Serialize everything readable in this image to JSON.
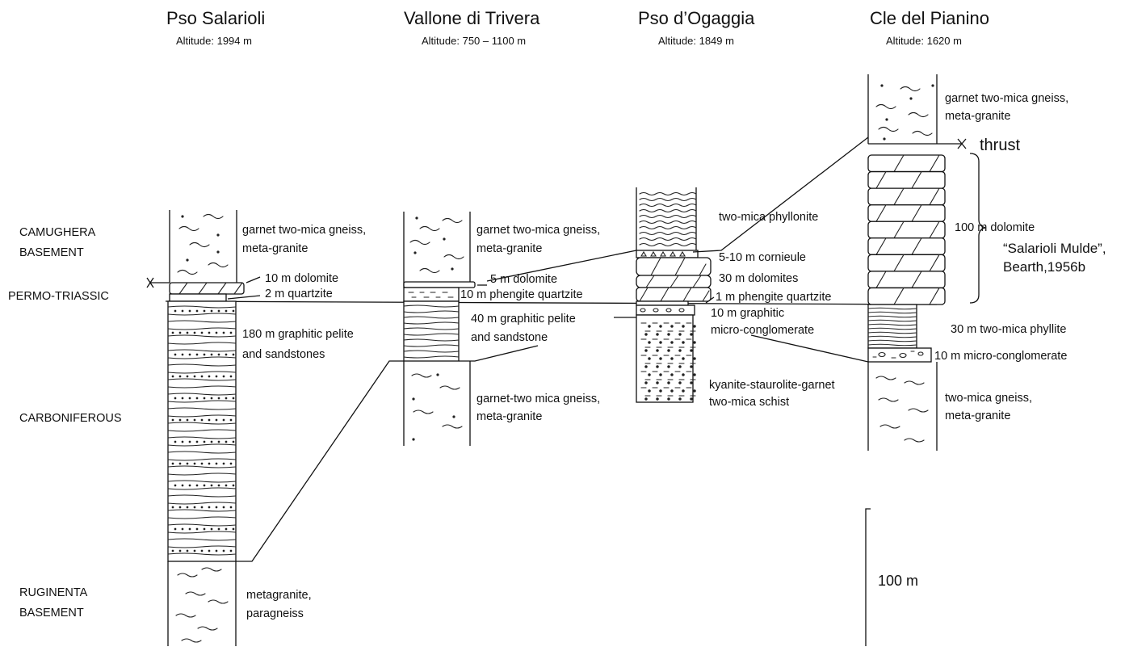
{
  "columns": [
    {
      "title": "Pso Salarioli",
      "altitude": "Altitude: 1994 m"
    },
    {
      "title": "Vallone di Trivera",
      "altitude": "Altitude: 750 – 1100 m"
    },
    {
      "title": "Pso d’Ogaggia",
      "altitude": "Altitude: 1849 m"
    },
    {
      "title": "Cle del Pianino",
      "altitude": "Altitude:  1620 m"
    }
  ],
  "units": [
    [
      "CAMUGHERA",
      "BASEMENT"
    ],
    [
      "PERMO-TRIASSIC"
    ],
    [
      "CARBONIFEROUS"
    ],
    [
      "RUGINENTA",
      "BASEMENT"
    ]
  ],
  "labels": {
    "sal_gneiss": [
      "garnet two-mica gneiss,",
      "meta-granite"
    ],
    "sal_dolomite": "10 m dolomite",
    "sal_quartzite": "2 m quartzite",
    "sal_pelite": [
      "180 m graphitic pelite",
      "and sandstones"
    ],
    "sal_base": [
      "metagranite,",
      "paragneiss"
    ],
    "tri_gneiss": [
      "garnet two-mica gneiss,",
      "meta-granite"
    ],
    "tri_dolomite": "5 m dolomite",
    "tri_quartzite": "10 m phengite quartzite",
    "tri_pelite": [
      "40 m graphitic pelite",
      "and sandstone"
    ],
    "tri_base": [
      "garnet-two mica gneiss,",
      "meta-granite"
    ],
    "oga_phyllonite": "two-mica phyllonite",
    "oga_cornieule": "5-10 m cornieule",
    "oga_dolomites": "30 m dolomites",
    "oga_quartzite": "1 m phengite quartzite",
    "oga_conglomerate": [
      "10 m graphitic",
      "micro-conglomerate"
    ],
    "oga_schist": [
      "kyanite-staurolite-garnet",
      "two-mica schist"
    ],
    "pia_gneiss": [
      "garnet two-mica gneiss,",
      "meta-granite"
    ],
    "pia_thrust": "thrust",
    "pia_dolomite": "100 m dolomite",
    "pia_mulde": [
      "“Salarioli Mulde”,",
      "Bearth,1956b"
    ],
    "pia_phyllite": "30 m two-mica phyllite",
    "pia_conglomerate": "10 m micro-conglomerate",
    "pia_base": [
      "two-mica gneiss,",
      "meta-granite"
    ]
  },
  "scale_bar": "100 m"
}
